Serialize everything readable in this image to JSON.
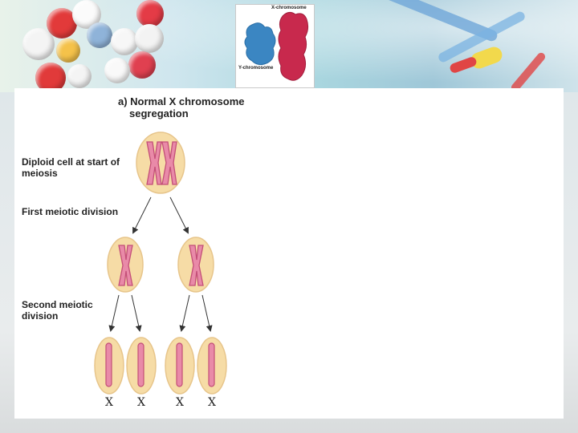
{
  "photo": {
    "x_label": "X-chromosome",
    "y_label": "Y-chromosome"
  },
  "diagram": {
    "title_line1": "a) Normal X chromosome",
    "title_line2": "segregation",
    "stages": {
      "diploid_line1": "Diploid cell at start of",
      "diploid_line2": "meiosis",
      "first_division": "First meiotic division",
      "second_line1": "Second meiotic",
      "second_line2": "division"
    },
    "gamete_labels": [
      "X",
      "X",
      "X",
      "X"
    ]
  },
  "colors": {
    "cell_fill": "#f6dca6",
    "cell_edge": "#e7c58b",
    "chromosome": "#e98aa8",
    "chromosome_edge": "#c34f78",
    "arrow": "#333333"
  }
}
